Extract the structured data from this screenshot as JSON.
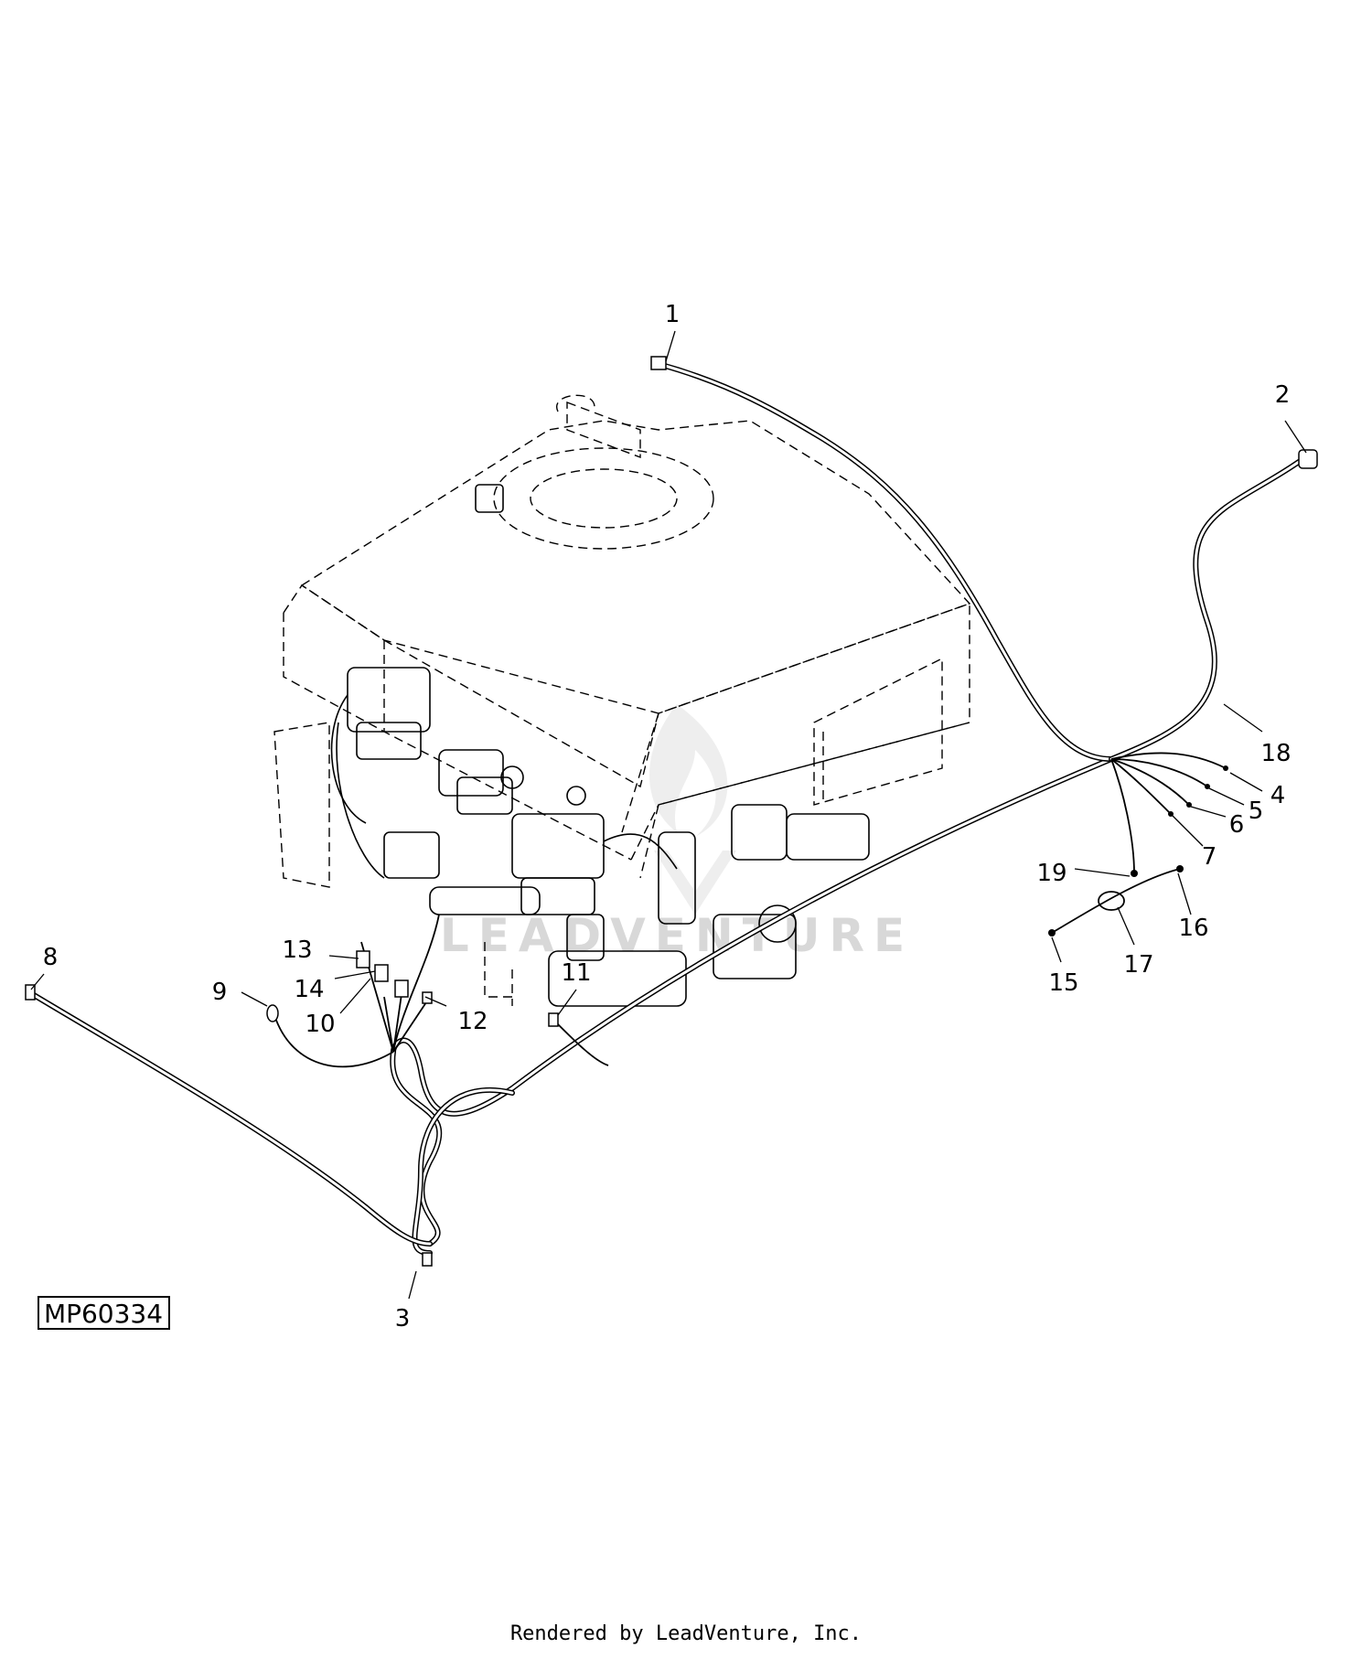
{
  "figure_id": "MP60334",
  "watermark": "LEADVENTURE",
  "footer": "Rendered by LeadVenture, Inc.",
  "callouts": [
    "1",
    "2",
    "3",
    "4",
    "5",
    "6",
    "7",
    "8",
    "9",
    "10",
    "11",
    "12",
    "13",
    "14",
    "15",
    "16",
    "17",
    "18",
    "19"
  ]
}
